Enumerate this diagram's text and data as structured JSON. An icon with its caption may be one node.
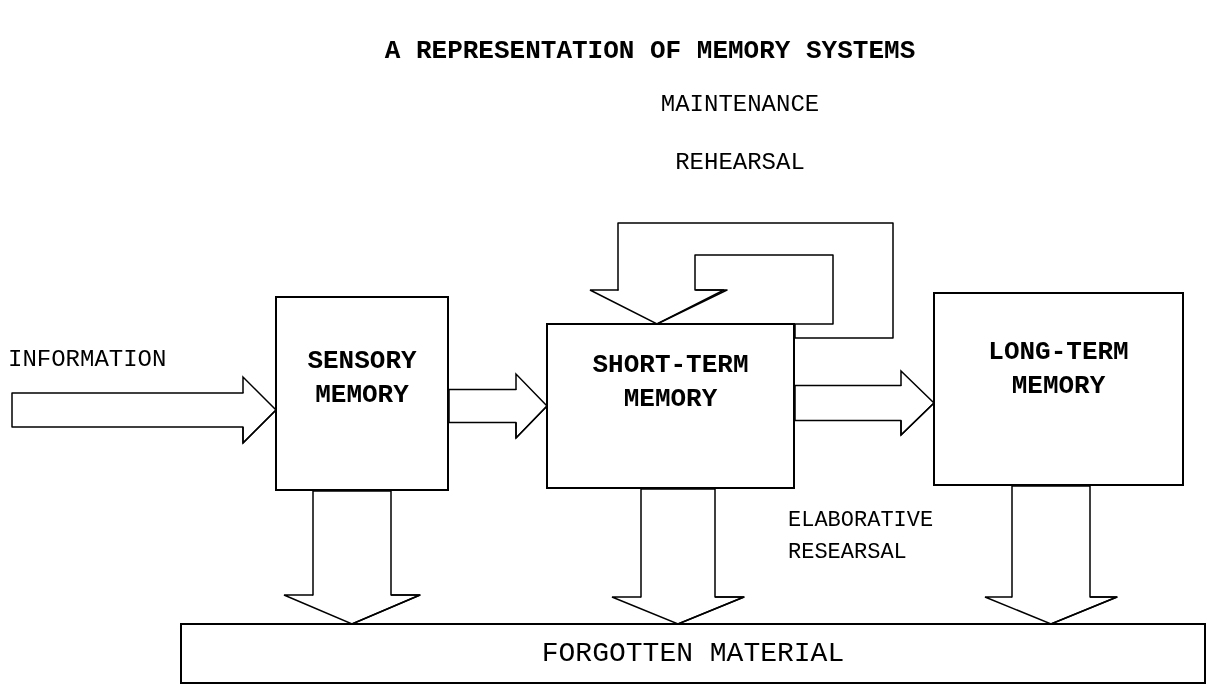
{
  "diagram": {
    "title": "A REPRESENTATION OF MEMORY SYSTEMS",
    "nodes": [
      {
        "text": [
          "SENSORY MEMORY"
        ]
      },
      {
        "text": [
          "SHORT-TERM MEMORY"
        ]
      },
      {
        "text": [
          "LONG-TERM MEMORY"
        ]
      },
      {
        "text": [
          "FORGOTTEN MATERIAL"
        ]
      }
    ],
    "edges": [
      {
        "from": null,
        "to": 0,
        "arrow": "to",
        "label": "INFORMATION"
      },
      {
        "from": 0,
        "to": 1,
        "arrow": "to"
      },
      {
        "from": 1,
        "to": 2,
        "arrow": "to"
      },
      {
        "from": 1,
        "to": 1,
        "arrow": "to",
        "label": "MAINTENANCE REHEARSAL"
      },
      {
        "from": 0,
        "to": 3,
        "arrow": "to"
      },
      {
        "from": 1,
        "to": 3,
        "arrow": "to"
      },
      {
        "from": 2,
        "to": 3,
        "arrow": "to"
      }
    ],
    "labels": [
      "ELABORATIVE RESEARSAL"
    ]
  }
}
